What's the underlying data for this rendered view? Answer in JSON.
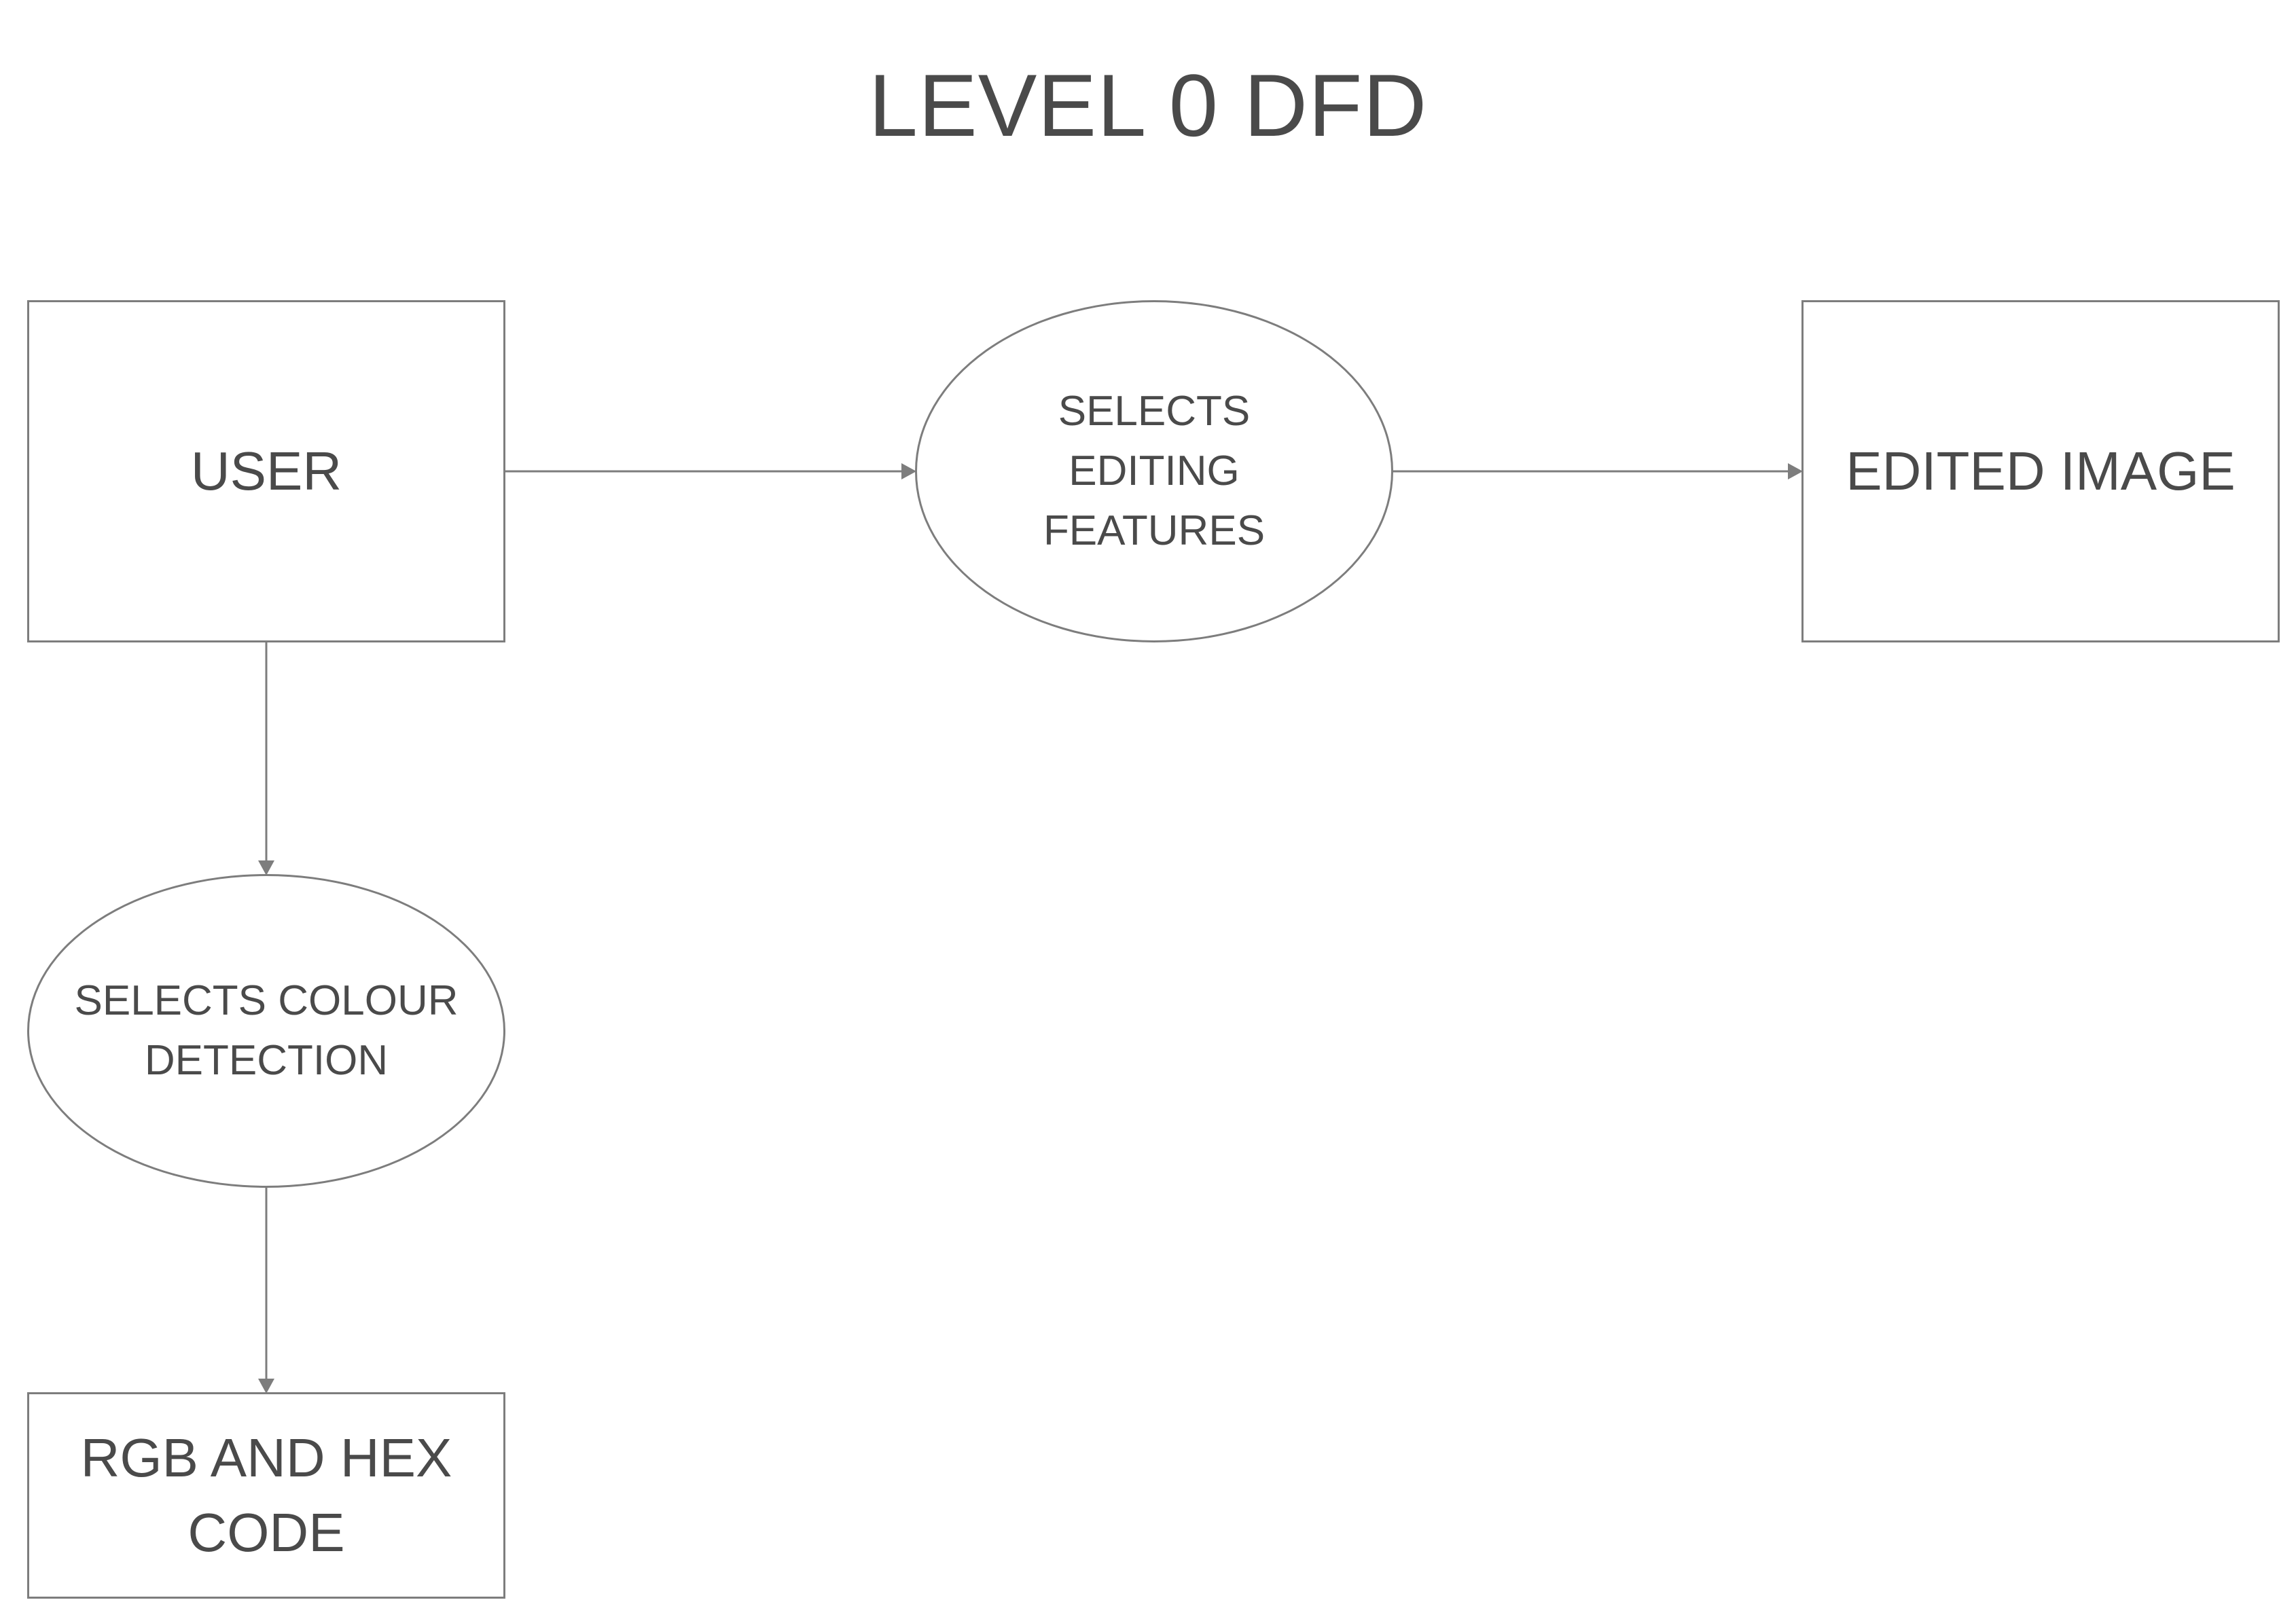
{
  "diagram": {
    "title": "LEVEL 0 DFD",
    "nodes": {
      "user": "USER",
      "selects_editing_features": "SELECTS EDITING FEATURES",
      "edited_image": "EDITED IMAGE",
      "selects_colour_detection": "SELECTS COLOUR DETECTION",
      "rgb_and_hex_code": "RGB AND HEX CODE"
    },
    "edges": [
      {
        "from": "user",
        "to": "selects_editing_features"
      },
      {
        "from": "selects_editing_features",
        "to": "edited_image"
      },
      {
        "from": "user",
        "to": "selects_colour_detection"
      },
      {
        "from": "selects_colour_detection",
        "to": "rgb_and_hex_code"
      }
    ],
    "colors": {
      "stroke": "#7d7d7d",
      "text": "#4a4a4a",
      "background": "#ffffff"
    }
  }
}
